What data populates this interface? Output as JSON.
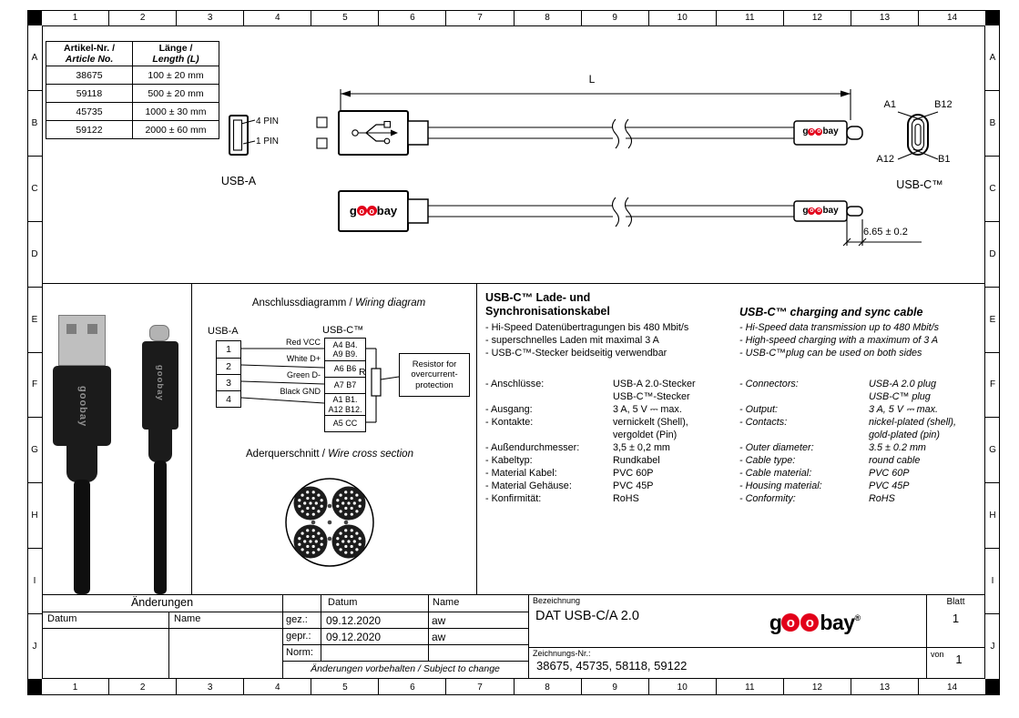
{
  "frame": {
    "cols": [
      "1",
      "2",
      "3",
      "4",
      "5",
      "6",
      "7",
      "8",
      "9",
      "10",
      "11",
      "12",
      "13",
      "14"
    ],
    "rows": [
      "A",
      "B",
      "C",
      "D",
      "E",
      "F",
      "G",
      "H",
      "I",
      "J"
    ]
  },
  "brand": {
    "name": "goobay",
    "g": "g",
    "o1": "o",
    "o2": "o",
    "bay": "bay",
    "reg": "®"
  },
  "parts_table": {
    "col1_line1": "Artikel-Nr. /",
    "col1_line2": "Article No.",
    "col2_line1": "Länge /",
    "col2_line2": "Length (L)",
    "rows": [
      {
        "article": "38675",
        "length": "100 ± 20 mm"
      },
      {
        "article": "59118",
        "length": "500 ± 20 mm"
      },
      {
        "article": "45735",
        "length": "1000 ± 30 mm"
      },
      {
        "article": "59122",
        "length": "2000 ± 60 mm"
      }
    ]
  },
  "top_drawing": {
    "pin4": "4 PIN",
    "pin1": "1 PIN",
    "usb_a": "USB-A",
    "usb_c": "USB-C™",
    "length_dim": "L",
    "tip_dim": "6.65 ± 0.2",
    "pin_a1": "A1",
    "pin_b12": "B12",
    "pin_a12": "A12",
    "pin_b1": "B1"
  },
  "wiring": {
    "title_de": "Anschlussdiagramm / ",
    "title_en": "Wiring diagram",
    "usb_a": "USB-A",
    "usb_c": "USB-C™",
    "left_pins": [
      "1",
      "2",
      "3",
      "4"
    ],
    "wire_labels": [
      "Red VCC",
      "White D+",
      "Green D-",
      "Black GND"
    ],
    "right_cells": [
      "A4 B4.\nA9 B9.",
      "A6 B6",
      "A7 B7",
      "A1 B1.\nA12 B12.",
      "A5 CC"
    ],
    "resistor": "R",
    "resistor_note": "Resistor for\novercurrent-\nprotection"
  },
  "cross_section": {
    "title_de": "Aderquerschnitt / ",
    "title_en": "Wire cross section"
  },
  "specs_de": {
    "title": "USB-C™ Lade- und\nSynchronisationskabel",
    "bullets": [
      "- Hi-Speed Datenübertragungen bis 480 Mbit/s",
      "- superschnelles Laden mit maximal 3 A",
      "- USB-C™-Stecker beidseitig verwendbar"
    ],
    "rows": [
      {
        "label": "- Anschlüsse:",
        "value": "USB-A 2.0-Stecker\nUSB-C™-Stecker"
      },
      {
        "label": "- Ausgang:",
        "value": "3 A, 5 V ⎓ max."
      },
      {
        "label": "- Kontakte:",
        "value": "vernickelt (Shell),\nvergoldet (Pin)"
      },
      {
        "label": "- Außendurchmesser:",
        "value": "3,5 ± 0,2 mm"
      },
      {
        "label": "- Kabeltyp:",
        "value": "Rundkabel"
      },
      {
        "label": "- Material Kabel:",
        "value": "PVC 60P"
      },
      {
        "label": "- Material Gehäuse:",
        "value": "PVC 45P"
      },
      {
        "label": "- Konfirmität:",
        "value": "RoHS"
      }
    ]
  },
  "specs_en": {
    "title": "USB-C™ charging and sync cable",
    "bullets": [
      "- Hi-Speed data transmission up to 480 Mbit/s",
      "- High-speed charging with a maximum of 3 A",
      "- USB-C™plug can be used on both sides"
    ],
    "rows": [
      {
        "label": "- Connectors:",
        "value": "USB-A 2.0 plug\nUSB-C™ plug"
      },
      {
        "label": "- Output:",
        "value": "3 A, 5 V ⎓ max."
      },
      {
        "label": "- Contacts:",
        "value": "nickel-plated (shell),\ngold-plated (pin)"
      },
      {
        "label": "- Outer diameter:",
        "value": "3.5 ± 0.2 mm"
      },
      {
        "label": "- Cable type:",
        "value": "round cable"
      },
      {
        "label": "- Cable material:",
        "value": "PVC 60P"
      },
      {
        "label": "- Housing material:",
        "value": "PVC 45P"
      },
      {
        "label": "- Conformity:",
        "value": "RoHS"
      }
    ]
  },
  "title_block": {
    "aenderungen": "Änderungen",
    "datum": "Datum",
    "name": "Name",
    "gez_label": "gez.:",
    "gez_date": "09.12.2020",
    "gez_name": "aw",
    "gepr_label": "gepr.:",
    "gepr_date": "09.12.2020",
    "gepr_name": "aw",
    "norm_label": "Norm:",
    "subject_to_change": "Änderungen vorbehalten / Subject to change",
    "bezeichnung_label": "Bezeichnung",
    "bezeichnung": "DAT USB-C/A 2.0",
    "zeichnungs_label": "Zeichnungs-Nr.:",
    "zeichnungs_nr": "38675, 45735, 58118, 59122",
    "blatt_label": "Blatt",
    "blatt": "1",
    "von_label": "von",
    "von": "1"
  }
}
